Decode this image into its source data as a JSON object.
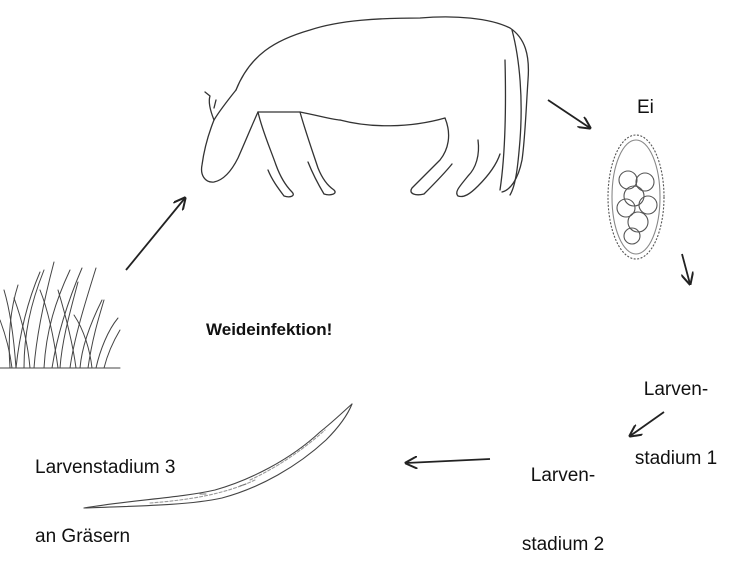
{
  "labels": {
    "egg": "Ei",
    "larva1_line1": "Larven-",
    "larva1_line2": "stadium 1",
    "larva2_line1": "Larven-",
    "larva2_line2": "stadium 2",
    "larva3_line1": "Larvenstadium 3",
    "larva3_line2": "an Gräsern",
    "infection": "Weideinfektion!"
  },
  "icons": [
    "horse-drawing",
    "egg-drawing",
    "grass-drawing",
    "larva-worm-drawing"
  ],
  "colors": {
    "line": "#222222",
    "background": "#ffffff"
  }
}
